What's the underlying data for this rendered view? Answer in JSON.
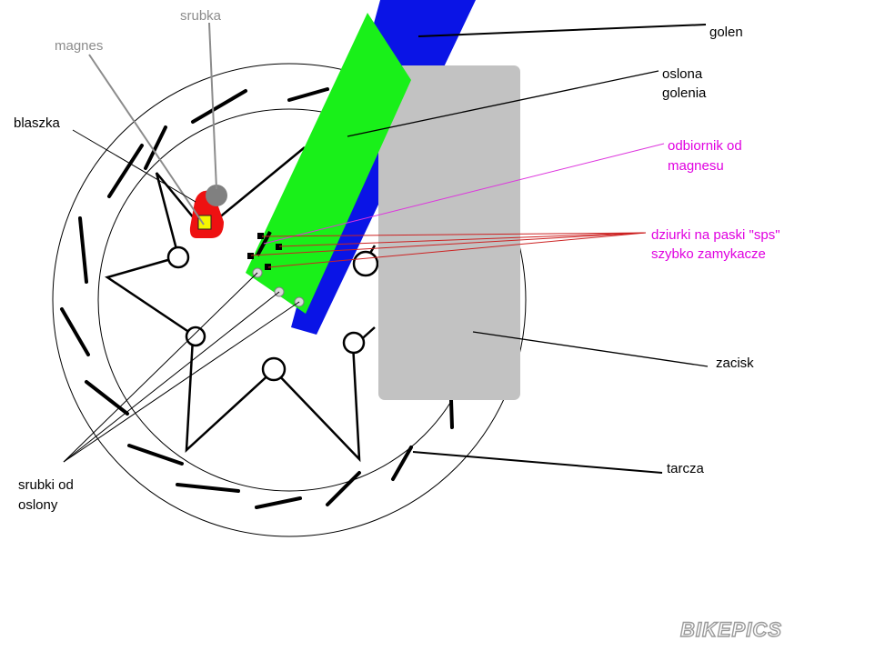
{
  "labels": {
    "srubka": "srubka",
    "magnes": "magnes",
    "blaszka": "blaszka",
    "golen": "golen",
    "oslona_1": "oslona",
    "oslona_2": "golenia",
    "odbiornik_1": "odbiornik od",
    "odbiornik_2": "magnesu",
    "dziurki_1": "dziurki na paski \"sps\"",
    "dziurki_2": "szybko zamykacze",
    "zacisk": "zacisk",
    "tarcza": "tarcza",
    "srubki_1": "srubki od",
    "srubki_2": "oslony"
  },
  "watermark": "BIKEPICS",
  "colors": {
    "text_black": "#000000",
    "text_gray": "#8c8c8c",
    "text_magenta": "#e000e0",
    "fork_blue": "#0a14e6",
    "guard_green": "#19f019",
    "caliper_gray": "#c2c2c2",
    "magnet_red": "#ee1111",
    "magnet_yellow": "#f5f500",
    "bolt_gray": "#808080",
    "leader_red": "#cc2222",
    "leader_magenta": "#dd33dd"
  }
}
